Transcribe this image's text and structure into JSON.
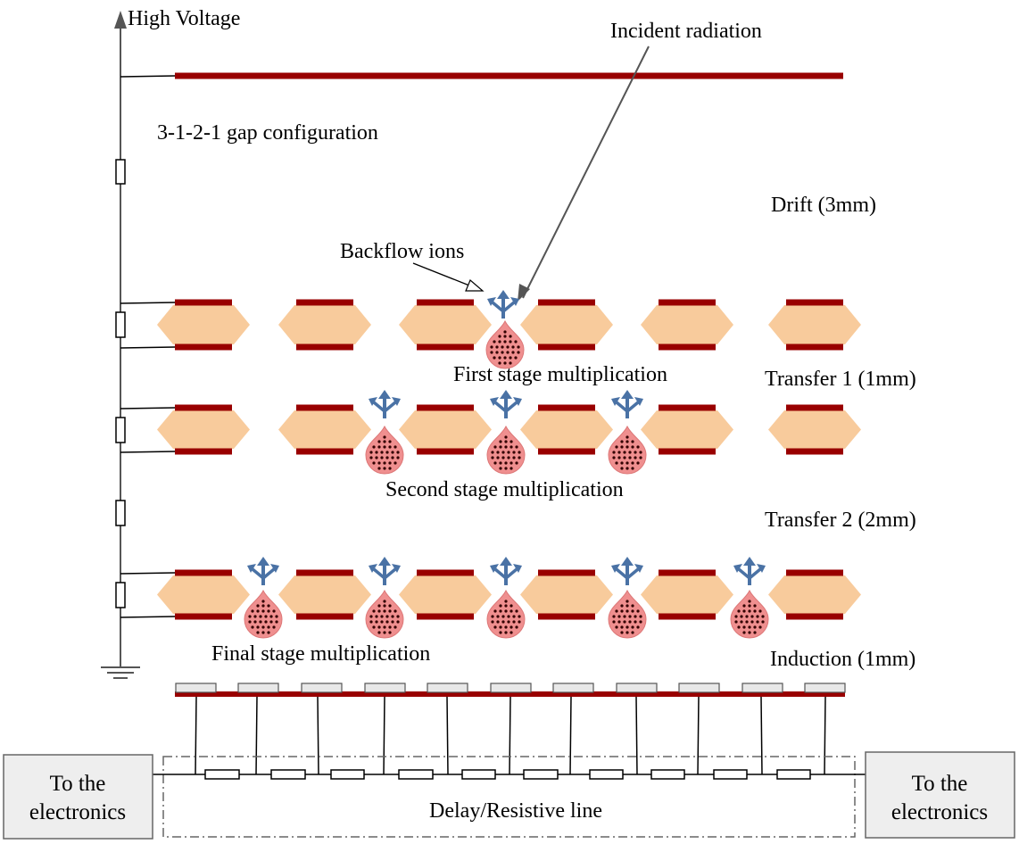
{
  "labels": {
    "high_voltage": "High Voltage",
    "incident_radiation": "Incident radiation",
    "gap_configuration": "3-1-2-1 gap configuration",
    "drift": "Drift (3mm)",
    "backflow_ions": "Backflow ions",
    "first_stage": "First stage multiplication",
    "transfer1": "Transfer 1 (1mm)",
    "second_stage": "Second stage multiplication",
    "transfer2": "Transfer 2 (2mm)",
    "final_stage": "Final stage multiplication",
    "induction": "Induction (1mm)",
    "delay_line": "Delay/Resistive line"
  },
  "left_box": {
    "line1": "To the",
    "line2": "electronics"
  },
  "right_box": {
    "line1": "To the",
    "line2": "electronics"
  },
  "colors": {
    "electrode": "#990000",
    "gem_fill": "#f8cb9c",
    "avalanche": "#ef8f8f",
    "ion_arrow": "#4a72a5",
    "pad_fill": "#e8e8e8",
    "box_fill": "#eeeeee"
  },
  "icons": {
    "ion_arrow": "three-way-arrow-icon",
    "avalanche": "electron-cloud-icon",
    "ground": "ground-icon",
    "resistor": "resistor-icon"
  }
}
